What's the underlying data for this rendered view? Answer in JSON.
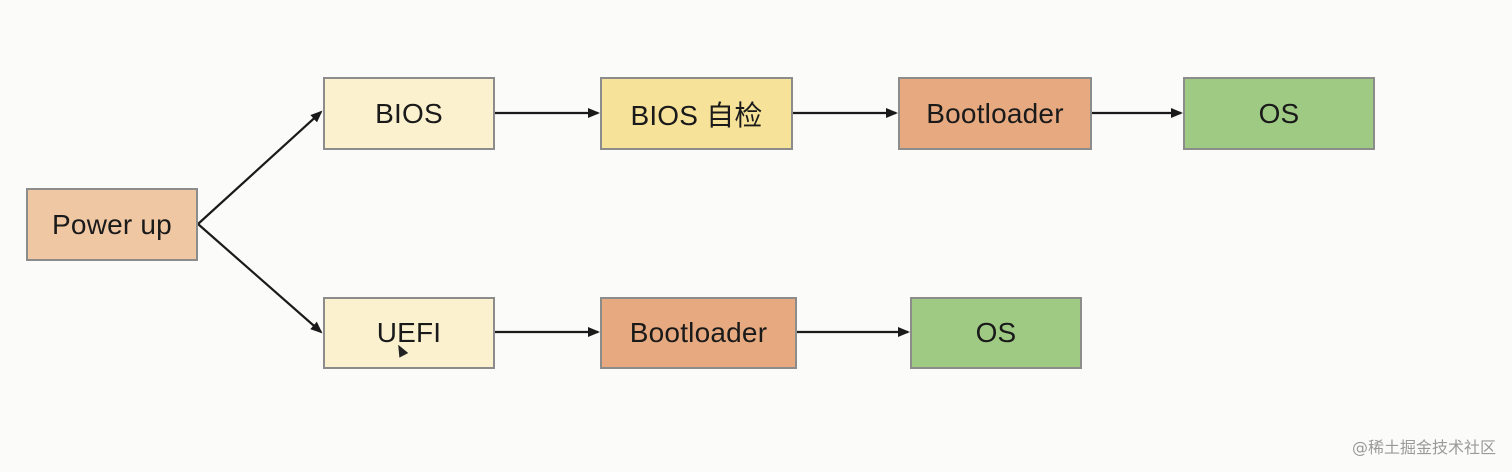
{
  "diagram": {
    "nodes": {
      "power_up": {
        "label": "Power up",
        "fill": "#f0c7a3"
      },
      "bios": {
        "label": "BIOS",
        "fill": "#fbf1cf"
      },
      "bios_post": {
        "label": "BIOS 自检",
        "fill": "#f7e29a"
      },
      "bootloader_top": {
        "label": "Bootloader",
        "fill": "#e7aa80"
      },
      "os_top": {
        "label": "OS",
        "fill": "#9fca84"
      },
      "uefi": {
        "label": "UEFI",
        "fill": "#fbf1cf"
      },
      "bootloader_bottom": {
        "label": "Bootloader",
        "fill": "#e7aa80"
      },
      "os_bottom": {
        "label": "OS",
        "fill": "#9fca84"
      }
    },
    "edges": [
      {
        "from": "power_up",
        "to": "bios"
      },
      {
        "from": "power_up",
        "to": "uefi"
      },
      {
        "from": "bios",
        "to": "bios_post"
      },
      {
        "from": "bios_post",
        "to": "bootloader_top"
      },
      {
        "from": "bootloader_top",
        "to": "os_top"
      },
      {
        "from": "uefi",
        "to": "bootloader_bottom"
      },
      {
        "from": "bootloader_bottom",
        "to": "os_bottom"
      }
    ]
  },
  "watermark": "@稀土掘金技术社区"
}
